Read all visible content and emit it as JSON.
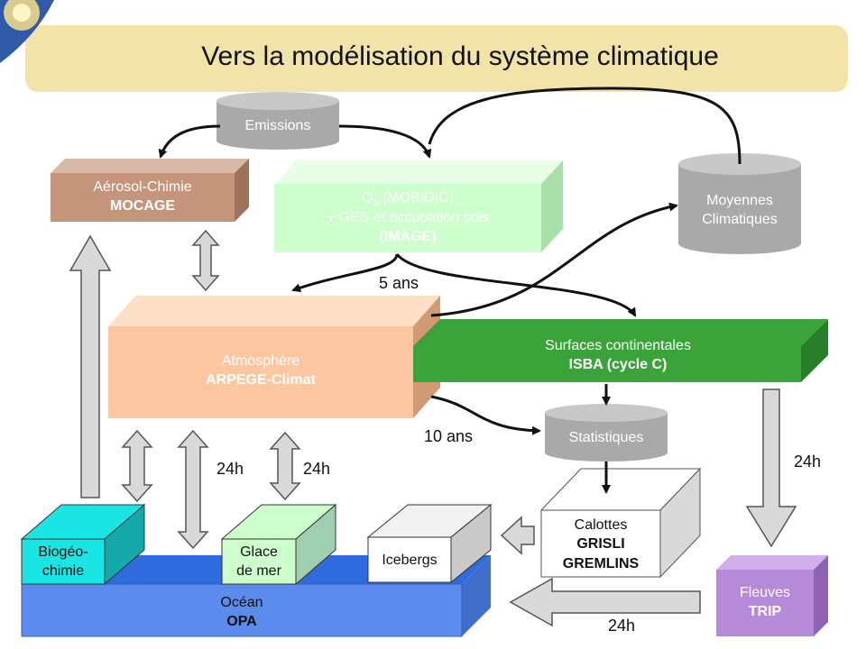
{
  "title": "Vers la modélisation du système climatique",
  "cylinders": {
    "emissions": "Emissions",
    "moyennes_line1": "Moyennes",
    "moyennes_line2": "Climatiques",
    "statistiques": "Statistiques"
  },
  "boxes": {
    "aerosol_name": "Aérosol-Chimie",
    "aerosol_model": "MOCAGE",
    "o3_prefix": "O",
    "o3_sub": "3",
    "o3_model": "(MOBIDIC)",
    "o3_line2": "+ GES et occupation sols",
    "o3_line3": "(IMAGE)",
    "atmos_name": "Atmosphère",
    "atmos_model": "ARPEGE-Climat",
    "surf_name": "Surfaces continentales",
    "surf_model": "ISBA (cycle C)",
    "calottes_name": "Calottes",
    "calottes_model1": "GRISLI",
    "calottes_model2": "GREMLINS",
    "fleuves_name": "Fleuves",
    "fleuves_model": "TRIP",
    "biogeo_line1": "Biogéo-",
    "biogeo_line2": "chimie",
    "glace_line1": "Glace",
    "glace_line2": "de mer",
    "icebergs": "Icebergs",
    "ocean_name": "Océan",
    "ocean_model": "OPA"
  },
  "labels": {
    "five_years": "5 ans",
    "ten_years": "10 ans",
    "h24_a": "24h",
    "h24_b": "24h",
    "h24_right": "24h",
    "h24_bottom": "24h"
  },
  "colors": {
    "title_bg": "#f2e3a8",
    "aerosol": "#c4957a",
    "o3": "#ccffcc",
    "atmos": "#fcc7a0",
    "surf": "#3aa33a",
    "ocean": "#5b8bec",
    "biogeo": "#19e5e5",
    "fleuves": "#b58ad8",
    "cylinder": "#a9a9a9"
  }
}
